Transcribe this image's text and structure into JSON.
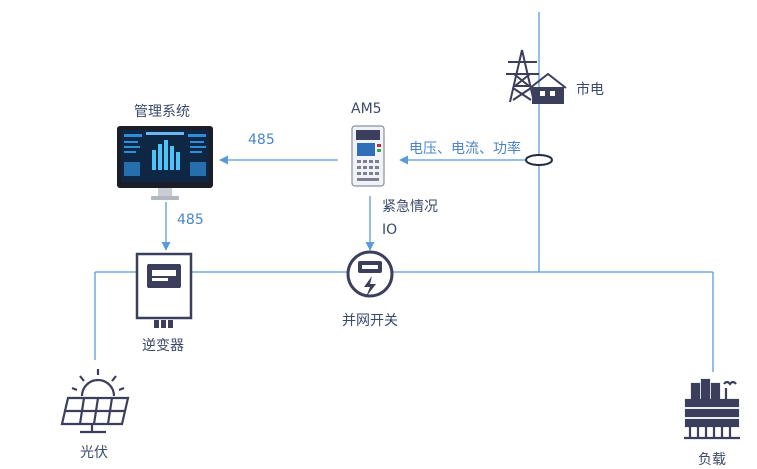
{
  "colors": {
    "line": "#5b9bd5",
    "device": "#3b3f5c",
    "text": "#2c3e66",
    "accent": "#4a86c5"
  },
  "labels": {
    "grid": "市电",
    "meter": "AM5",
    "management": "管理系统",
    "measure": "电压、电流、功率",
    "rs485_top": "485",
    "rs485_side": "485",
    "emergency": "紧急情况",
    "io": "IO",
    "inverter": "逆变器",
    "grid_switch": "并网开关",
    "pv": "光伏",
    "load": "负载"
  },
  "icons": {
    "grid": "power-tower-house-icon",
    "meter": "am5-relay-device-icon",
    "management": "monitor-dashboard-icon",
    "inverter": "inverter-icon",
    "switch": "grid-switch-icon",
    "pv": "solar-panel-icon",
    "load": "factory-load-icon",
    "ct": "current-transformer-icon"
  }
}
